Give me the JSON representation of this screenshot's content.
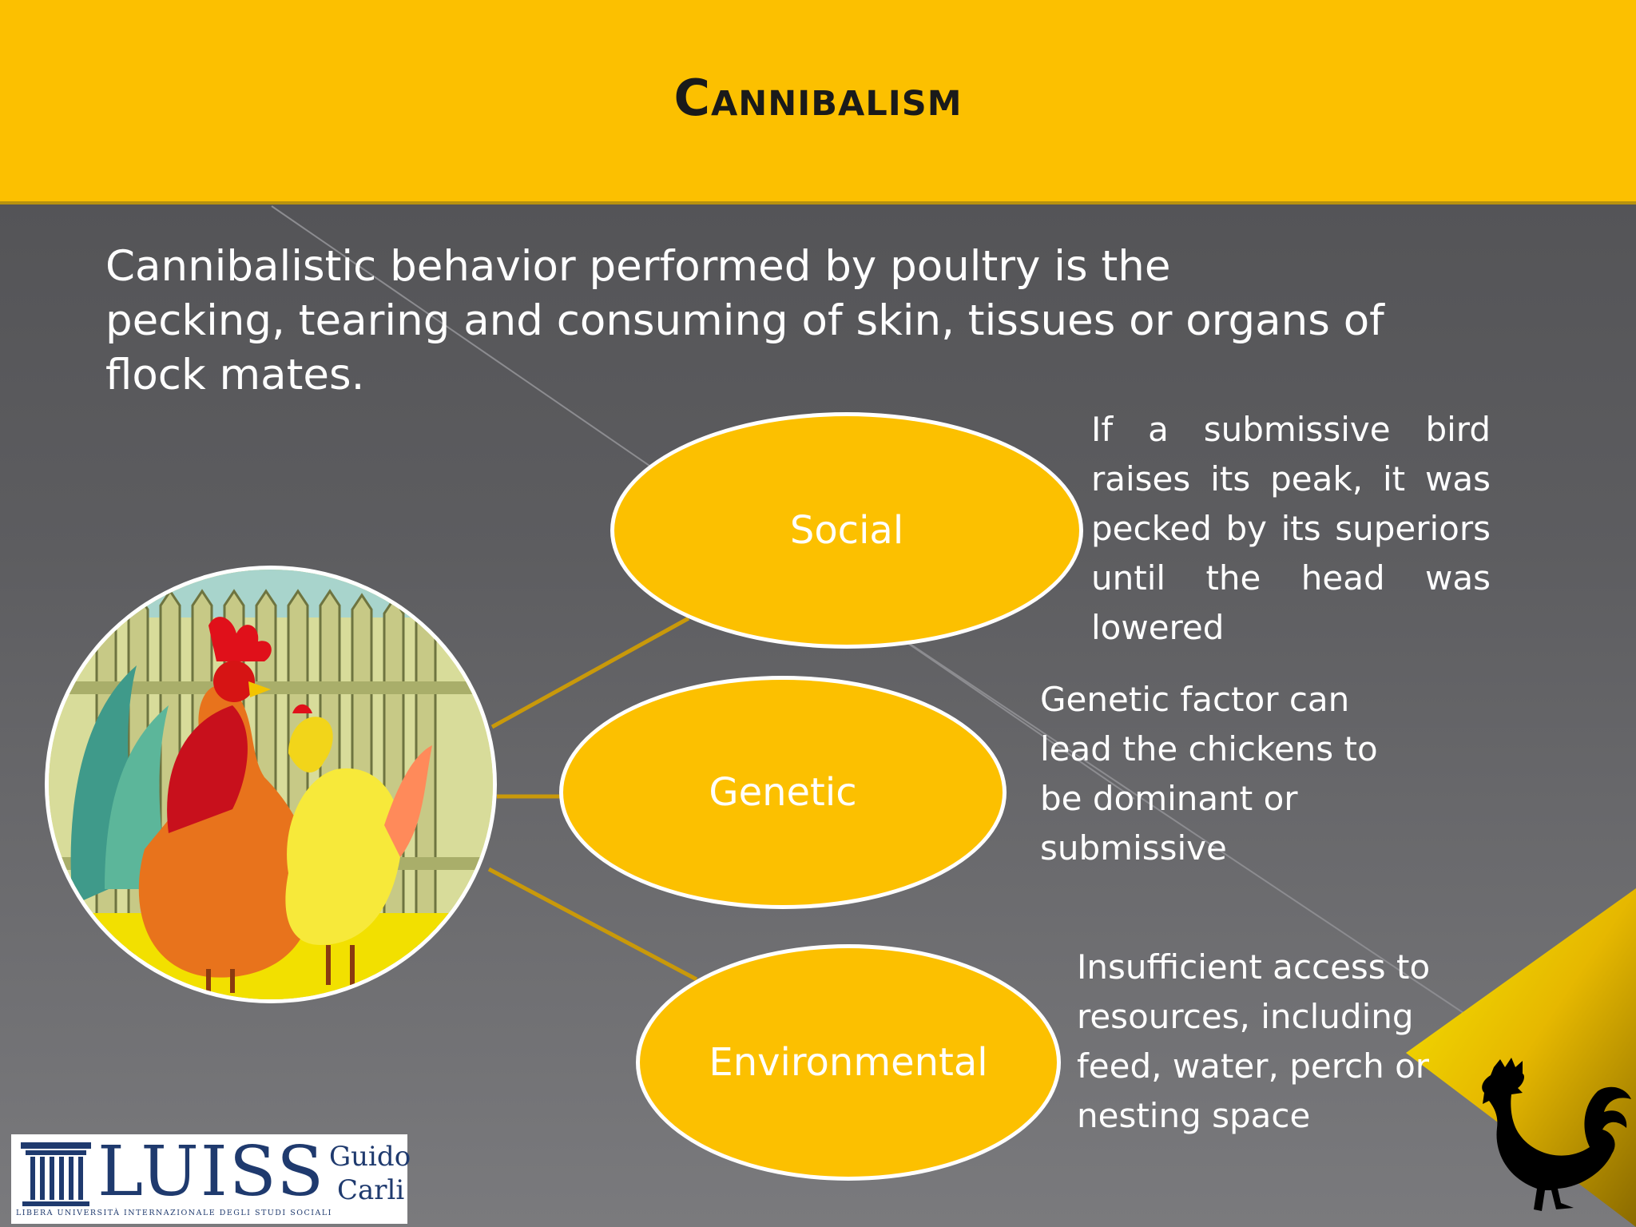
{
  "slide": {
    "title": "Cannibalism",
    "intro": "Cannibalistic behavior performed by poultry is the\npecking, tearing and consuming of skin, tissues or organs of\nflock mates."
  },
  "causes": [
    {
      "label": "Social",
      "description": "If a submissive bird raises its peak, it was pecked by its superiors until the head was lowered"
    },
    {
      "label": "Genetic",
      "description": "Genetic factor can lead the chickens to be dominant or submissive"
    },
    {
      "label": "Environmental",
      "description": "Insufficient access to resources, including feed, water, perch or nesting space"
    }
  ],
  "logo": {
    "main": "LUISS",
    "guido": "Guido",
    "carli": "Carli",
    "subtitle": "LIBERA UNIVERSITÀ INTERNAZIONALE DEGLI STUDI SOCIALI"
  },
  "icons": {
    "photo": "rooster-and-hen-cartoon-illustration",
    "corner": "rooster-silhouette-icon",
    "logo_mark": "column-pillar-icon"
  },
  "colors": {
    "accent": "#fcc000",
    "background": "#5a5a5d",
    "text": "#ffffff",
    "title_text": "#1a1a1a"
  }
}
